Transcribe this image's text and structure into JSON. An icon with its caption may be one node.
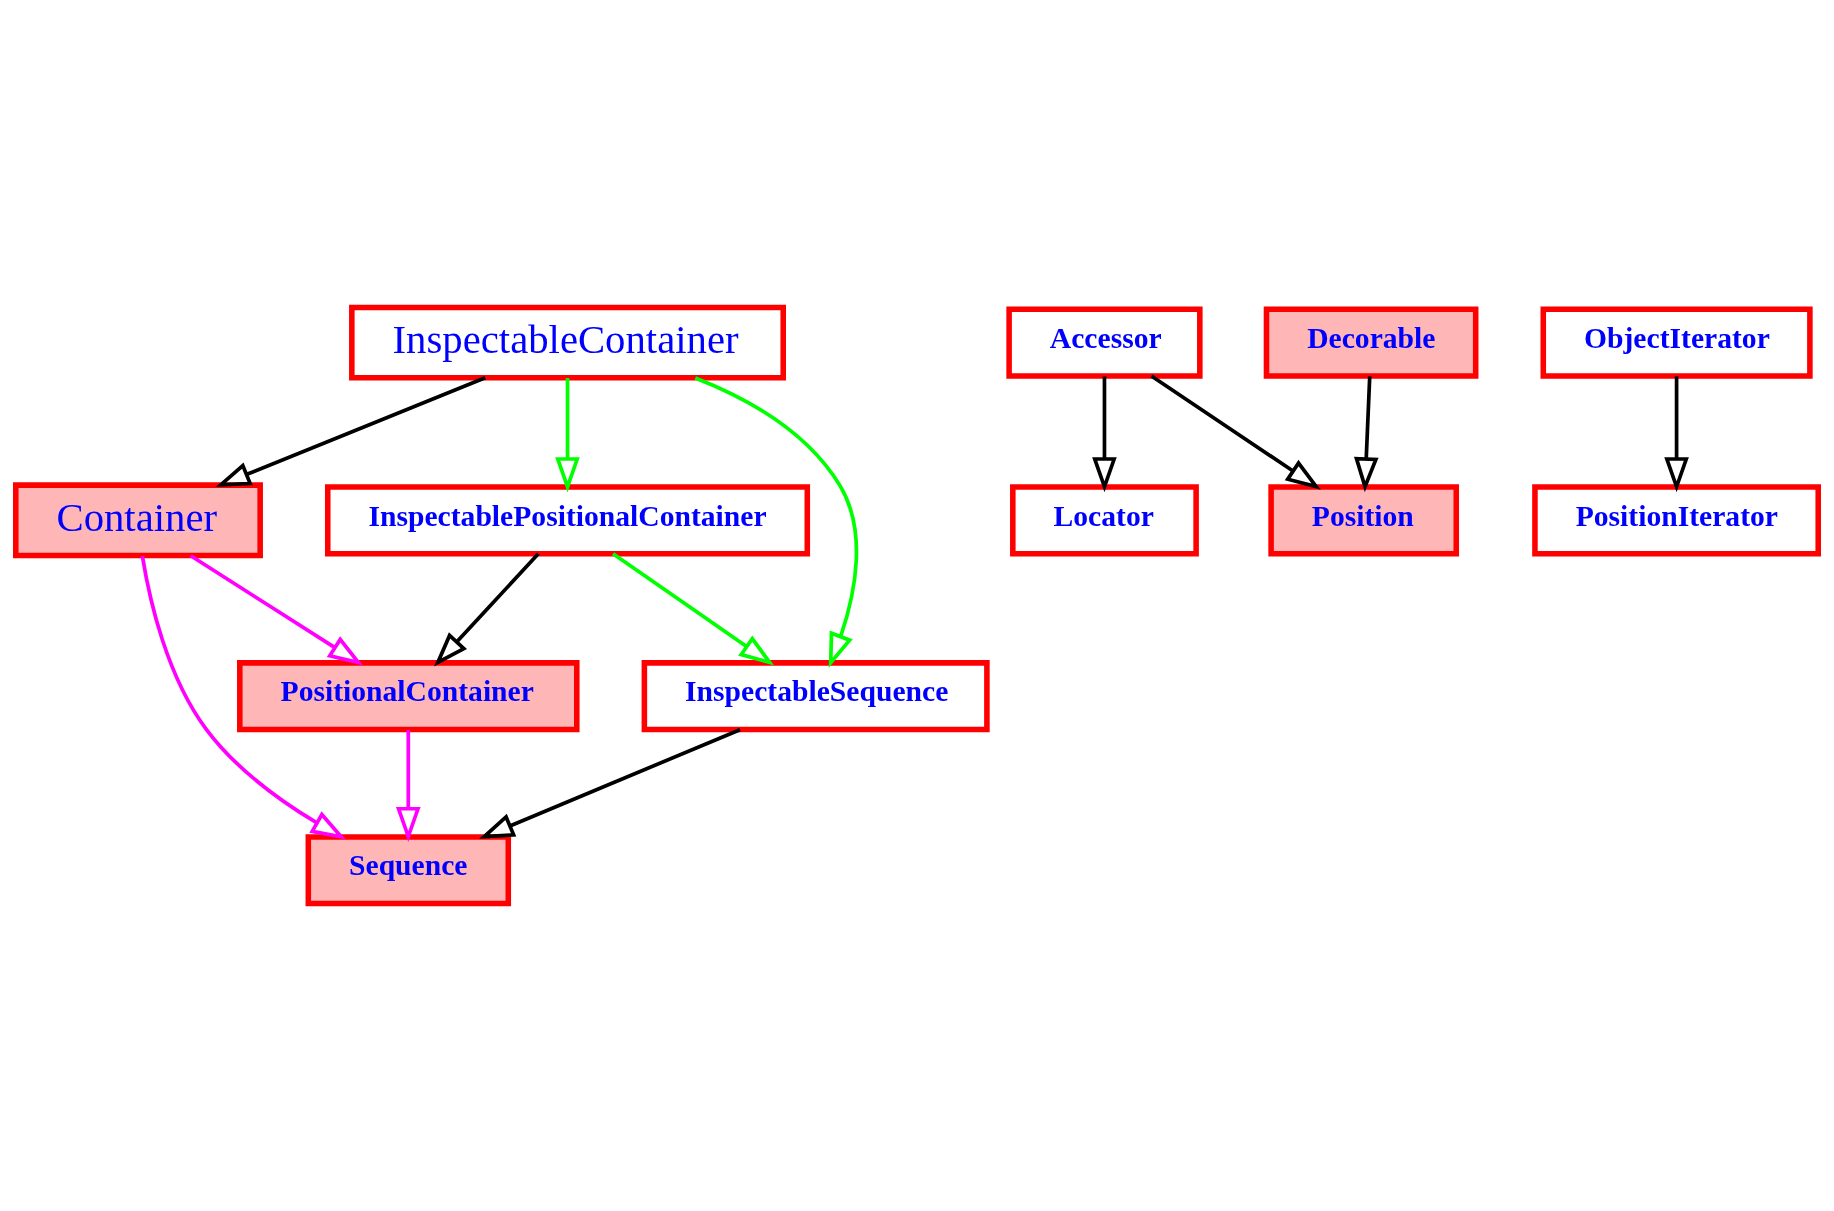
{
  "diagram": {
    "nodes": [
      {
        "text": [
          "InspectableContainer"
        ]
      },
      {
        "text": [
          "Container"
        ]
      },
      {
        "text": [
          "InspectablePositionalContainer"
        ]
      },
      {
        "text": [
          "PositionalContainer"
        ]
      },
      {
        "text": [
          "InspectableSequence"
        ]
      },
      {
        "text": [
          "Sequence"
        ]
      },
      {
        "text": [
          "Accessor"
        ]
      },
      {
        "text": [
          "Decorable"
        ]
      },
      {
        "text": [
          "ObjectIterator"
        ]
      },
      {
        "text": [
          "Locator"
        ]
      },
      {
        "text": [
          "Position"
        ]
      },
      {
        "text": [
          "PositionIterator"
        ]
      }
    ],
    "edges": [
      {
        "from": 0,
        "to": 1,
        "arrow": "to"
      },
      {
        "from": 0,
        "to": 2,
        "arrow": "to",
        "color": "#00ff00"
      },
      {
        "from": 0,
        "to": 4,
        "arrow": "to",
        "color": "#00ff00"
      },
      {
        "from": 2,
        "to": 3,
        "arrow": "to"
      },
      {
        "from": 1,
        "to": 3,
        "arrow": "to",
        "color": "#ff00ff"
      },
      {
        "from": 2,
        "to": 4,
        "arrow": "to",
        "color": "#00ff00"
      },
      {
        "from": 1,
        "to": 5,
        "arrow": "to",
        "color": "#ff00ff"
      },
      {
        "from": 4,
        "to": 5,
        "arrow": "to"
      },
      {
        "from": 3,
        "to": 5,
        "arrow": "to",
        "color": "#ff00ff"
      },
      {
        "from": 6,
        "to": 9,
        "arrow": "to"
      },
      {
        "from": 6,
        "to": 10,
        "arrow": "to"
      },
      {
        "from": 7,
        "to": 10,
        "arrow": "to"
      },
      {
        "from": 8,
        "to": 11,
        "arrow": "to"
      }
    ]
  }
}
